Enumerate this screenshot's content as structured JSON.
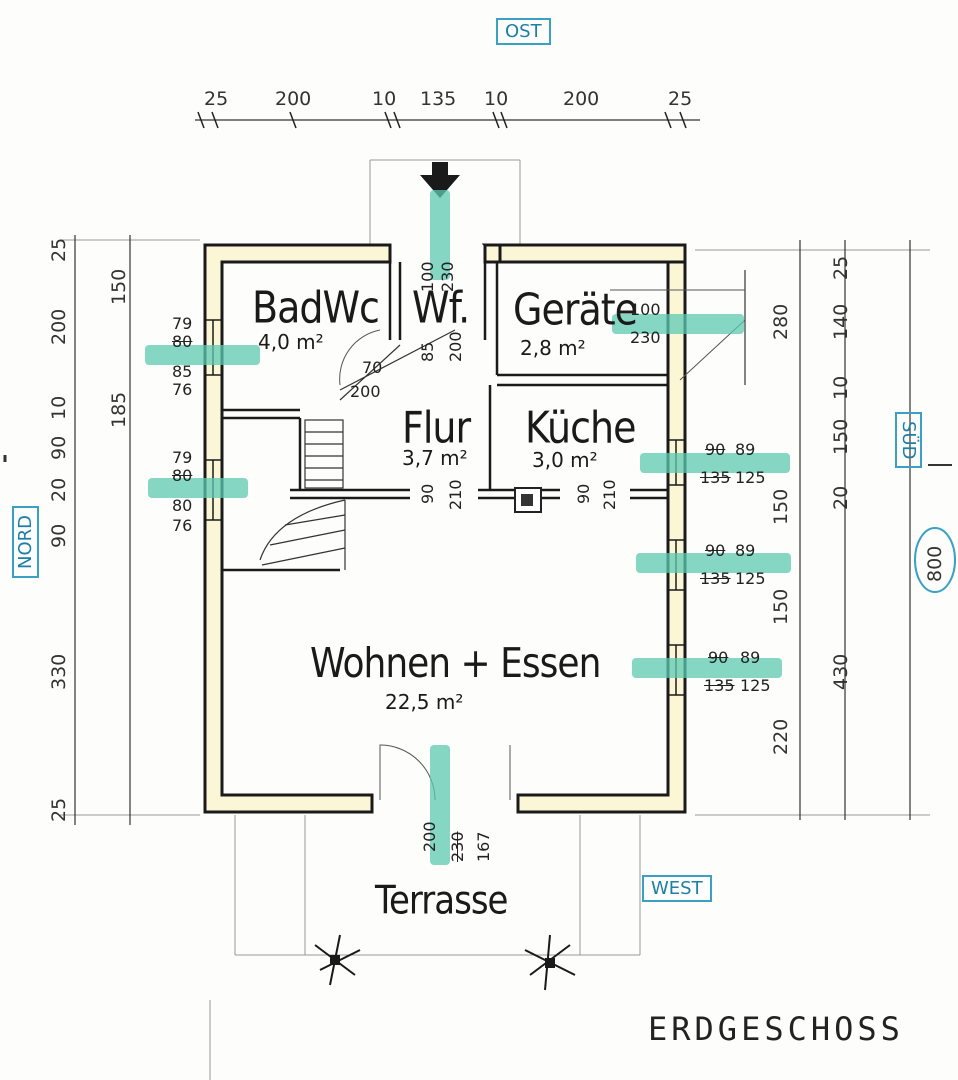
{
  "compass": {
    "north": "NORD",
    "east": "OST",
    "south": "SÜD",
    "west": "WEST"
  },
  "rooms": {
    "bad": {
      "name": "BadWc",
      "area": "4,0 m²"
    },
    "wf": {
      "name": "Wf."
    },
    "geraete": {
      "name": "Geräte",
      "area": "2,8 m²"
    },
    "flur": {
      "name": "Flur",
      "area": "3,7 m²"
    },
    "kueche": {
      "name": "Küche",
      "area": "3,0 m²"
    },
    "wohnen": {
      "name": "Wohnen + Essen",
      "area": "22,5 m²"
    },
    "terrasse": {
      "name": "Terrasse"
    }
  },
  "top_dims": [
    "25",
    "200",
    "10",
    "135",
    "10",
    "200",
    "25"
  ],
  "left_outer_dims": [
    "25",
    "200",
    "10",
    "90",
    "20",
    "90",
    "330",
    "25"
  ],
  "left_inner_dims": [
    "150",
    "185"
  ],
  "right_dims": [
    "280",
    "150",
    "150",
    "220"
  ],
  "right_outer_dims": [
    "25",
    "140",
    "10",
    "150",
    "20",
    "430"
  ],
  "overall_dim": "800",
  "openings": {
    "entry": [
      "100",
      "230"
    ],
    "geraete_win": [
      "100",
      "230"
    ],
    "bad_win": [
      "79",
      "80",
      "85",
      "76"
    ],
    "left_win2": [
      "79",
      "80",
      "80",
      "76"
    ],
    "kueche_win": [
      "90",
      "89",
      "135",
      "125"
    ],
    "wohn_win1": [
      "90",
      "89",
      "135",
      "125"
    ],
    "wohn_win2": [
      "90",
      "89",
      "135",
      "125"
    ],
    "terrasse_door": [
      "200",
      "230",
      "167"
    ],
    "bad_door": [
      "70",
      "200"
    ],
    "wf_door": [
      "85",
      "200"
    ],
    "flur_door": [
      "90",
      "210"
    ],
    "kueche_door": [
      "90",
      "210"
    ]
  },
  "title": "ERDGESCHOSS",
  "colors": {
    "highlight": "#5cc9b2",
    "accent": "#3aa0c4",
    "wall": "#1a1a1a",
    "wall_fill": "#fbf7d6"
  }
}
